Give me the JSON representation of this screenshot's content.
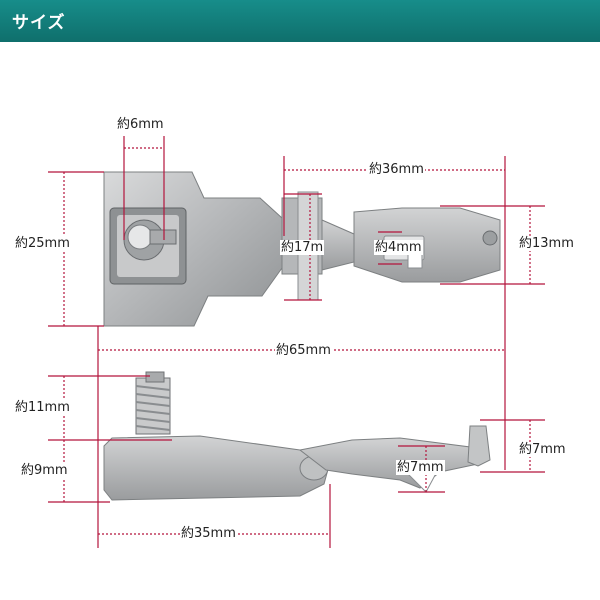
{
  "header": {
    "title": "サイズ",
    "bg_color": "#128481"
  },
  "dimension_color": "#b3143c",
  "dimensions": {
    "screw_width": "約6mm",
    "top_length": "約36mm",
    "plate_height": "約25mm",
    "pin_length": "約17m",
    "slot_width": "約4mm",
    "head_height": "約13mm",
    "total_length": "約65mm",
    "screw_height": "約11mm",
    "body_height": "約9mm",
    "hook_height": "約7mm",
    "notch_depth": "約7mm",
    "plate_length": "約35mm"
  }
}
